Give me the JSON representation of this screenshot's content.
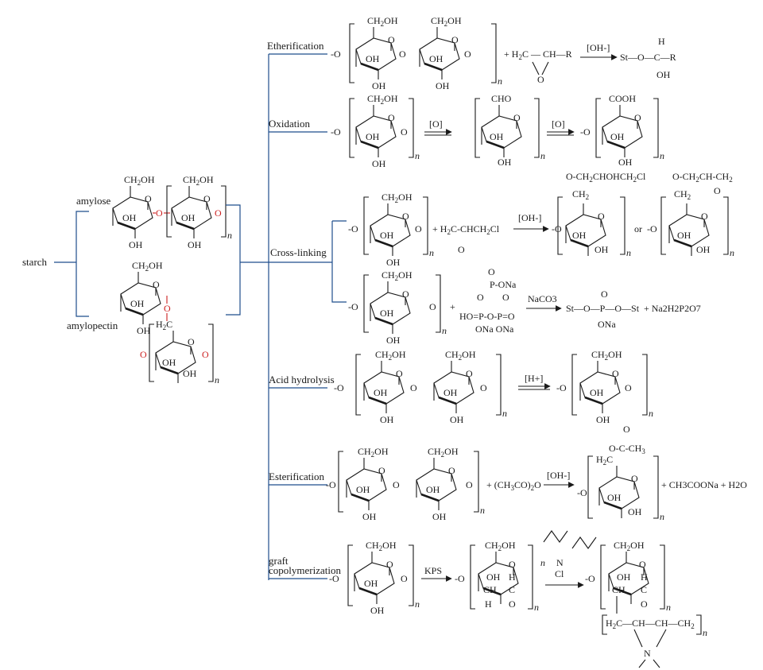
{
  "root_label": "starch",
  "polymers": {
    "amylose": "amylose",
    "amylopectin": "amylopectin"
  },
  "methods": {
    "etherification": "Etherification",
    "oxidation": "Oxidation",
    "crosslinking": "Cross-linking",
    "acid_hydrolysis": "Acid hydrolysis",
    "esterification": "Esterification",
    "graft_line1": "graft",
    "graft_line2": "copolymerization"
  },
  "conditions": {
    "base": "[OH-]",
    "oxidant": "[O]",
    "acid": "[H+]",
    "sodium_carbonate": "NaCO3",
    "initiator": "KPS"
  },
  "products": {
    "ether": "St—O—C—R",
    "phosphate_byproduct": "+ Na2H2P2O7",
    "ester_byproduct": "+ CH3COONa + H2O",
    "or": "or"
  },
  "colors": {
    "tree": "#1f4e8c",
    "glycosidic_link": "#cc1f1f",
    "ink": "#1a1a1a"
  }
}
